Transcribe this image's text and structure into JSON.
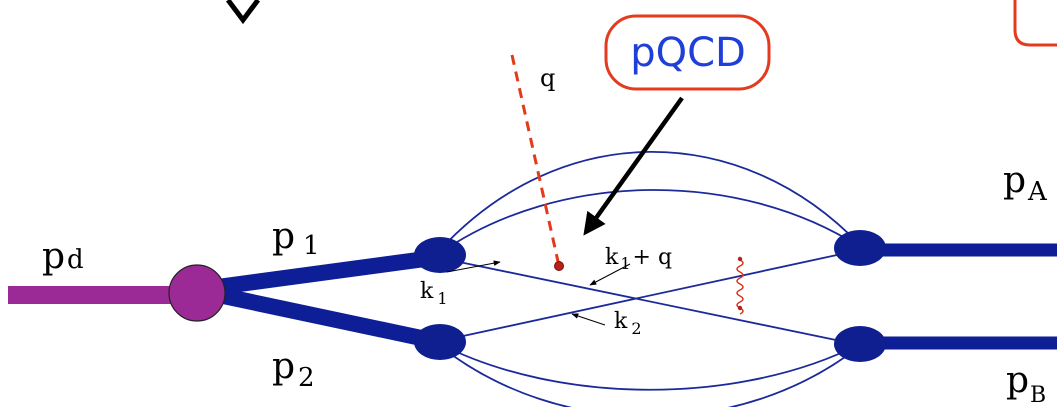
{
  "colors": {
    "quark_line": "#1b2a9a",
    "nucleon_line": "#0d1e96",
    "deuteron": "#9c2a96",
    "vertex_fill": "#0f1f8f",
    "photon": "#e23a1a",
    "badge_border": "#e43b1f",
    "badge_text": "#1f3fd8",
    "gluon": "#d8341a"
  },
  "labels": {
    "p_d": "p",
    "p_d_sub": "d",
    "p_1": "p",
    "p_1_sub": "1",
    "p_2": "p",
    "p_2_sub": "2",
    "p_A": "p",
    "p_A_sub": "A",
    "p_B": "p",
    "p_B_sub": "B",
    "q": "q",
    "k_1": "k",
    "k_1_sub": "1",
    "k_2": "k",
    "k_2_sub": "2",
    "k1q": "k",
    "k1q_sub": "1",
    "k1q_rest": "+ q"
  },
  "badge": {
    "text": "pQCD"
  }
}
